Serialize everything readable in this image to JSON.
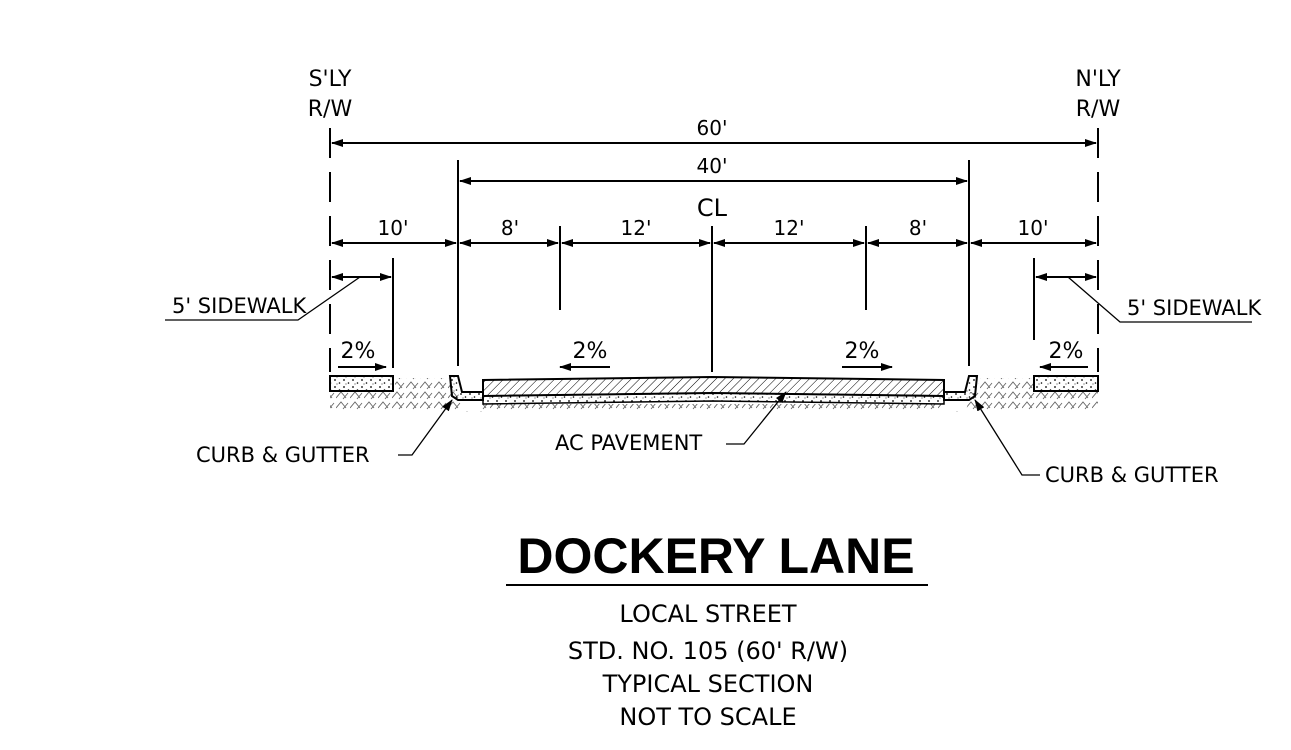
{
  "row_labels": {
    "south_line1": "S'LY",
    "south_line2": "R/W",
    "north_line1": "N'LY",
    "north_line2": "R/W"
  },
  "dimensions": {
    "total": "60'",
    "roadway": "40'",
    "centerline": "CL",
    "left_parkway": "10'",
    "left_parking": "8'",
    "left_lane": "12'",
    "right_lane": "12'",
    "right_parking": "8'",
    "right_parkway": "10'"
  },
  "slopes": {
    "left_sidewalk": "2%",
    "left_pavement": "2%",
    "right_pavement": "2%",
    "right_sidewalk": "2%"
  },
  "callouts": {
    "left_sidewalk": "5' SIDEWALK",
    "right_sidewalk": "5' SIDEWALK",
    "left_curb": "CURB & GUTTER",
    "pavement": "AC PAVEMENT",
    "right_curb": "CURB & GUTTER"
  },
  "title_block": {
    "title": "DOCKERY LANE",
    "line1": "LOCAL STREET",
    "line2": "STD. NO. 105 (60' R/W)",
    "line3": "TYPICAL SECTION",
    "line4": "NOT TO SCALE"
  }
}
